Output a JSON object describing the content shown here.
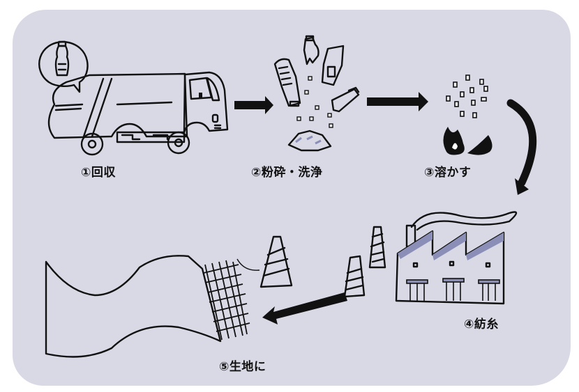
{
  "diagram": {
    "title": "",
    "colors": {
      "background": "#d9d9e6",
      "accent": "#8b8fb8",
      "ink": "#111111",
      "paper": "#ffffff"
    },
    "steps": [
      {
        "number": "①",
        "label": "回収",
        "text": "①回収",
        "icon": "garbage-truck-icon"
      },
      {
        "number": "②",
        "label": "粉砕・洗浄",
        "text": "②粉砕・洗浄",
        "icon": "crushed-bottles-icon"
      },
      {
        "number": "③",
        "label": "溶かす",
        "text": "③溶かす",
        "icon": "melting-flakes-fire-icon"
      },
      {
        "number": "④",
        "label": "紡糸",
        "text": "④紡糸",
        "icon": "factory-icon"
      },
      {
        "number": "⑤",
        "label": "生地に",
        "text": "⑤生地に",
        "icon": "fabric-icon"
      }
    ],
    "flow": [
      "①→②",
      "②→③",
      "③→④",
      "④→⑤"
    ]
  }
}
